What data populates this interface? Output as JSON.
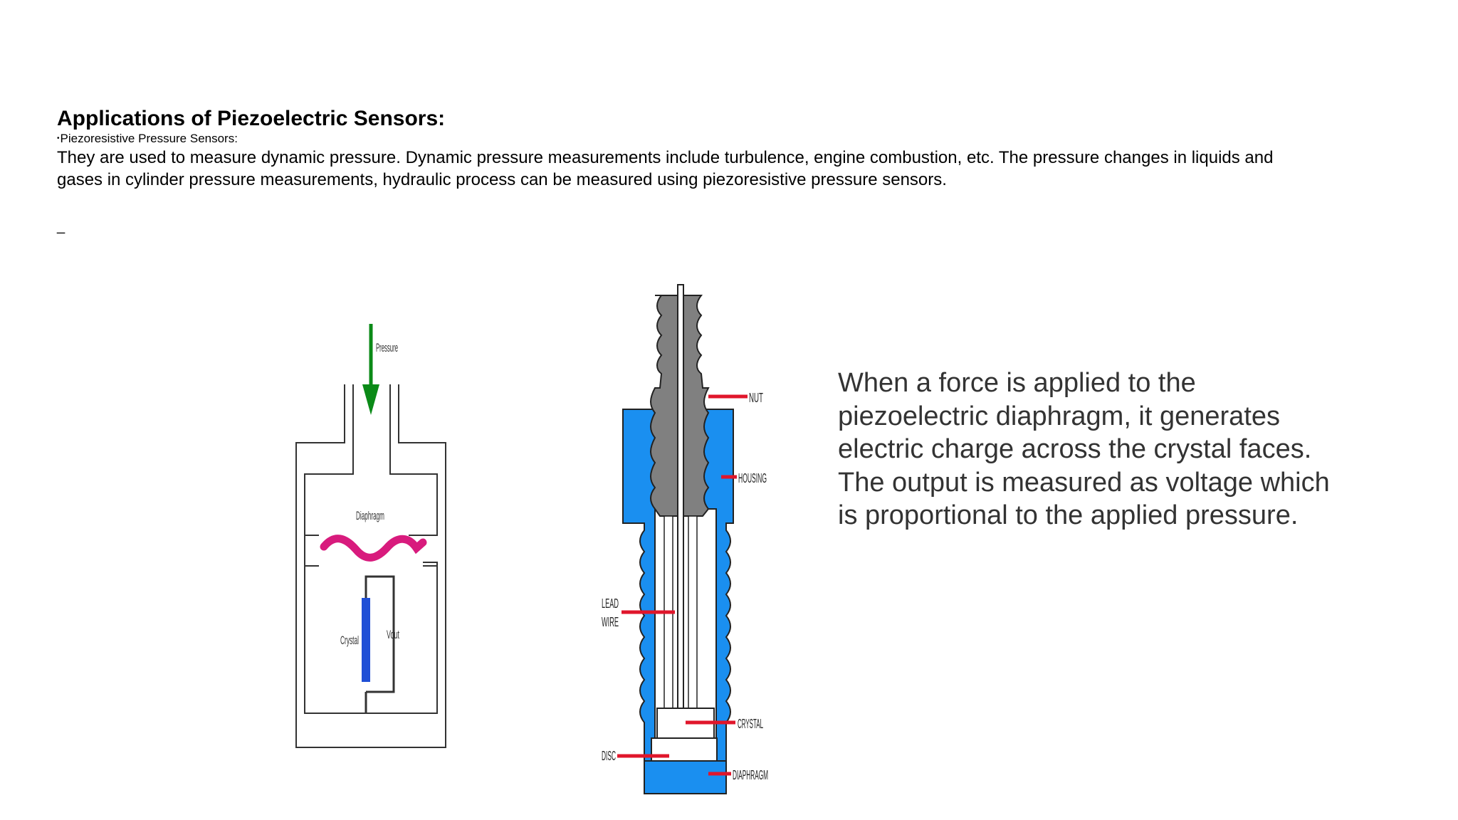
{
  "slide": {
    "title": "Applications of Piezoelectric Sensors:",
    "bullet_marker": "•",
    "bullet_text": "Piezoresistive Pressure Sensors:",
    "body": "They are used to measure dynamic pressure. Dynamic pressure measurements include turbulence, engine combustion, etc. The pressure changes in liquids and gases in cylinder pressure measurements, hydraulic process can be measured using piezoresistive pressure sensors.",
    "cursor": "_",
    "caption": "When a force is applied to the piezoelectric diaphragm, it generates electric charge across the crystal faces. The output is measured as voltage which is proportional to the applied pressure."
  },
  "diagram_left": {
    "labels": {
      "pressure": "Pressure",
      "diaphragm": "Diaphragm",
      "crystal": "Crystal",
      "vout": "Vout"
    },
    "colors": {
      "arrow": "#0b8a17",
      "diaphragm": "#d81b7d",
      "crystal": "#1f4fd6"
    }
  },
  "diagram_right": {
    "labels": {
      "nut": "NUT",
      "housing": "HOUSING",
      "lead_wire_1": "LEAD",
      "lead_wire_2": "WIRE",
      "crystal": "CRYSTAL",
      "disc": "DISC",
      "diaphragm": "DIAPHRAGM"
    },
    "colors": {
      "housing": "#1a8ff0",
      "nut": "#808080",
      "pointer": "#e0162b"
    }
  }
}
